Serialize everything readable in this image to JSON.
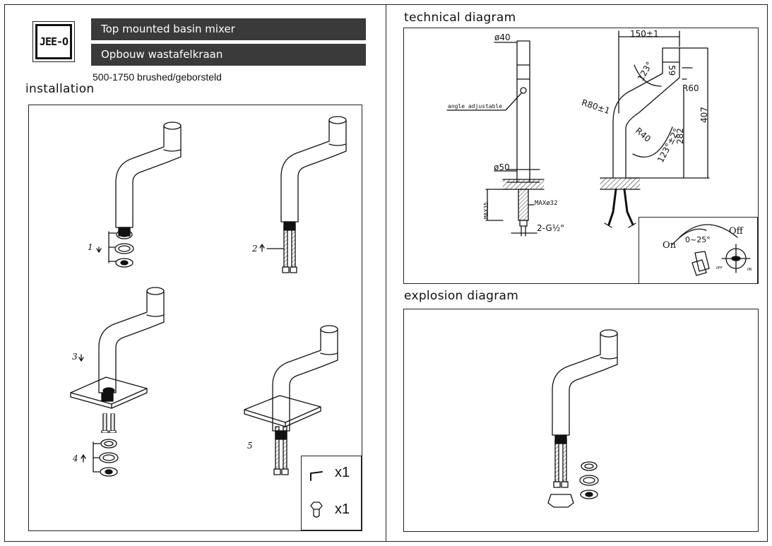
{
  "header": {
    "logo_text": "JEE-O",
    "title_en": "Top mounted basin mixer",
    "title_nl": "Opbouw wastafelkraan",
    "model": "500-1750 brushed/geborsteld"
  },
  "sections": {
    "installation": "installation",
    "technical": "technical diagram",
    "explosion": "explosion  diagram"
  },
  "installation": {
    "steps": [
      "1",
      "2",
      "3",
      "4",
      "5"
    ],
    "parts": [
      {
        "icon": "allen-key-icon",
        "qty": "x1"
      },
      {
        "icon": "nut-tool-icon",
        "qty": "x1"
      }
    ]
  },
  "technical": {
    "d40": "ø40",
    "d50": "ø50",
    "angle_adjustable": "angle adjustable",
    "max35": "MAX35",
    "max32": "MAXø32",
    "thread": "2-G½\"",
    "w150": "150±1",
    "h59": "59",
    "a123a": "123°",
    "r60": "R60",
    "r80": "R80±1",
    "r40": "R40",
    "a123b": "123°±2°",
    "h282": "282",
    "h407": "407",
    "on": "On",
    "off": "Off",
    "angle_range": "0~25°",
    "off_small": "OFF",
    "on_small": "ON"
  }
}
